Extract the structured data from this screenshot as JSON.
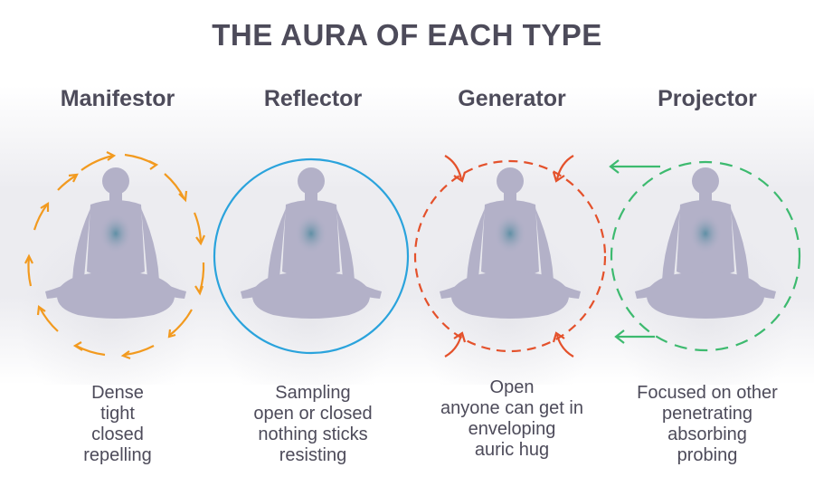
{
  "title": "THE AURA OF EACH TYPE",
  "colors": {
    "manifestor": "#f29a1f",
    "reflector": "#2aa3dc",
    "generator": "#e4512b",
    "projector": "#3dba6f",
    "figure": "#b3b1c8",
    "figure_core": "#5b8ea3",
    "text": "#4d4b5a"
  },
  "types": [
    {
      "name": "Manifestor",
      "aura": "dense-outward-arrows",
      "figure_icon": "meditating-figure-icon",
      "lines": [
        "Dense",
        "tight",
        "closed",
        "repelling"
      ]
    },
    {
      "name": "Reflector",
      "aura": "solid-circle",
      "figure_icon": "meditating-figure-icon",
      "lines": [
        "Sampling",
        "open or closed",
        "nothing sticks",
        "resisting"
      ]
    },
    {
      "name": "Generator",
      "aura": "dashed-circle-inward-arrows",
      "figure_icon": "meditating-figure-icon",
      "lines": [
        "Open",
        "anyone can get in",
        "enveloping",
        "auric hug"
      ]
    },
    {
      "name": "Projector",
      "aura": "dashed-circle-focused-arrows",
      "figure_icon": "meditating-figure-icon",
      "lines": [
        "Focused on other",
        "penetrating",
        "absorbing",
        "probing"
      ]
    }
  ]
}
